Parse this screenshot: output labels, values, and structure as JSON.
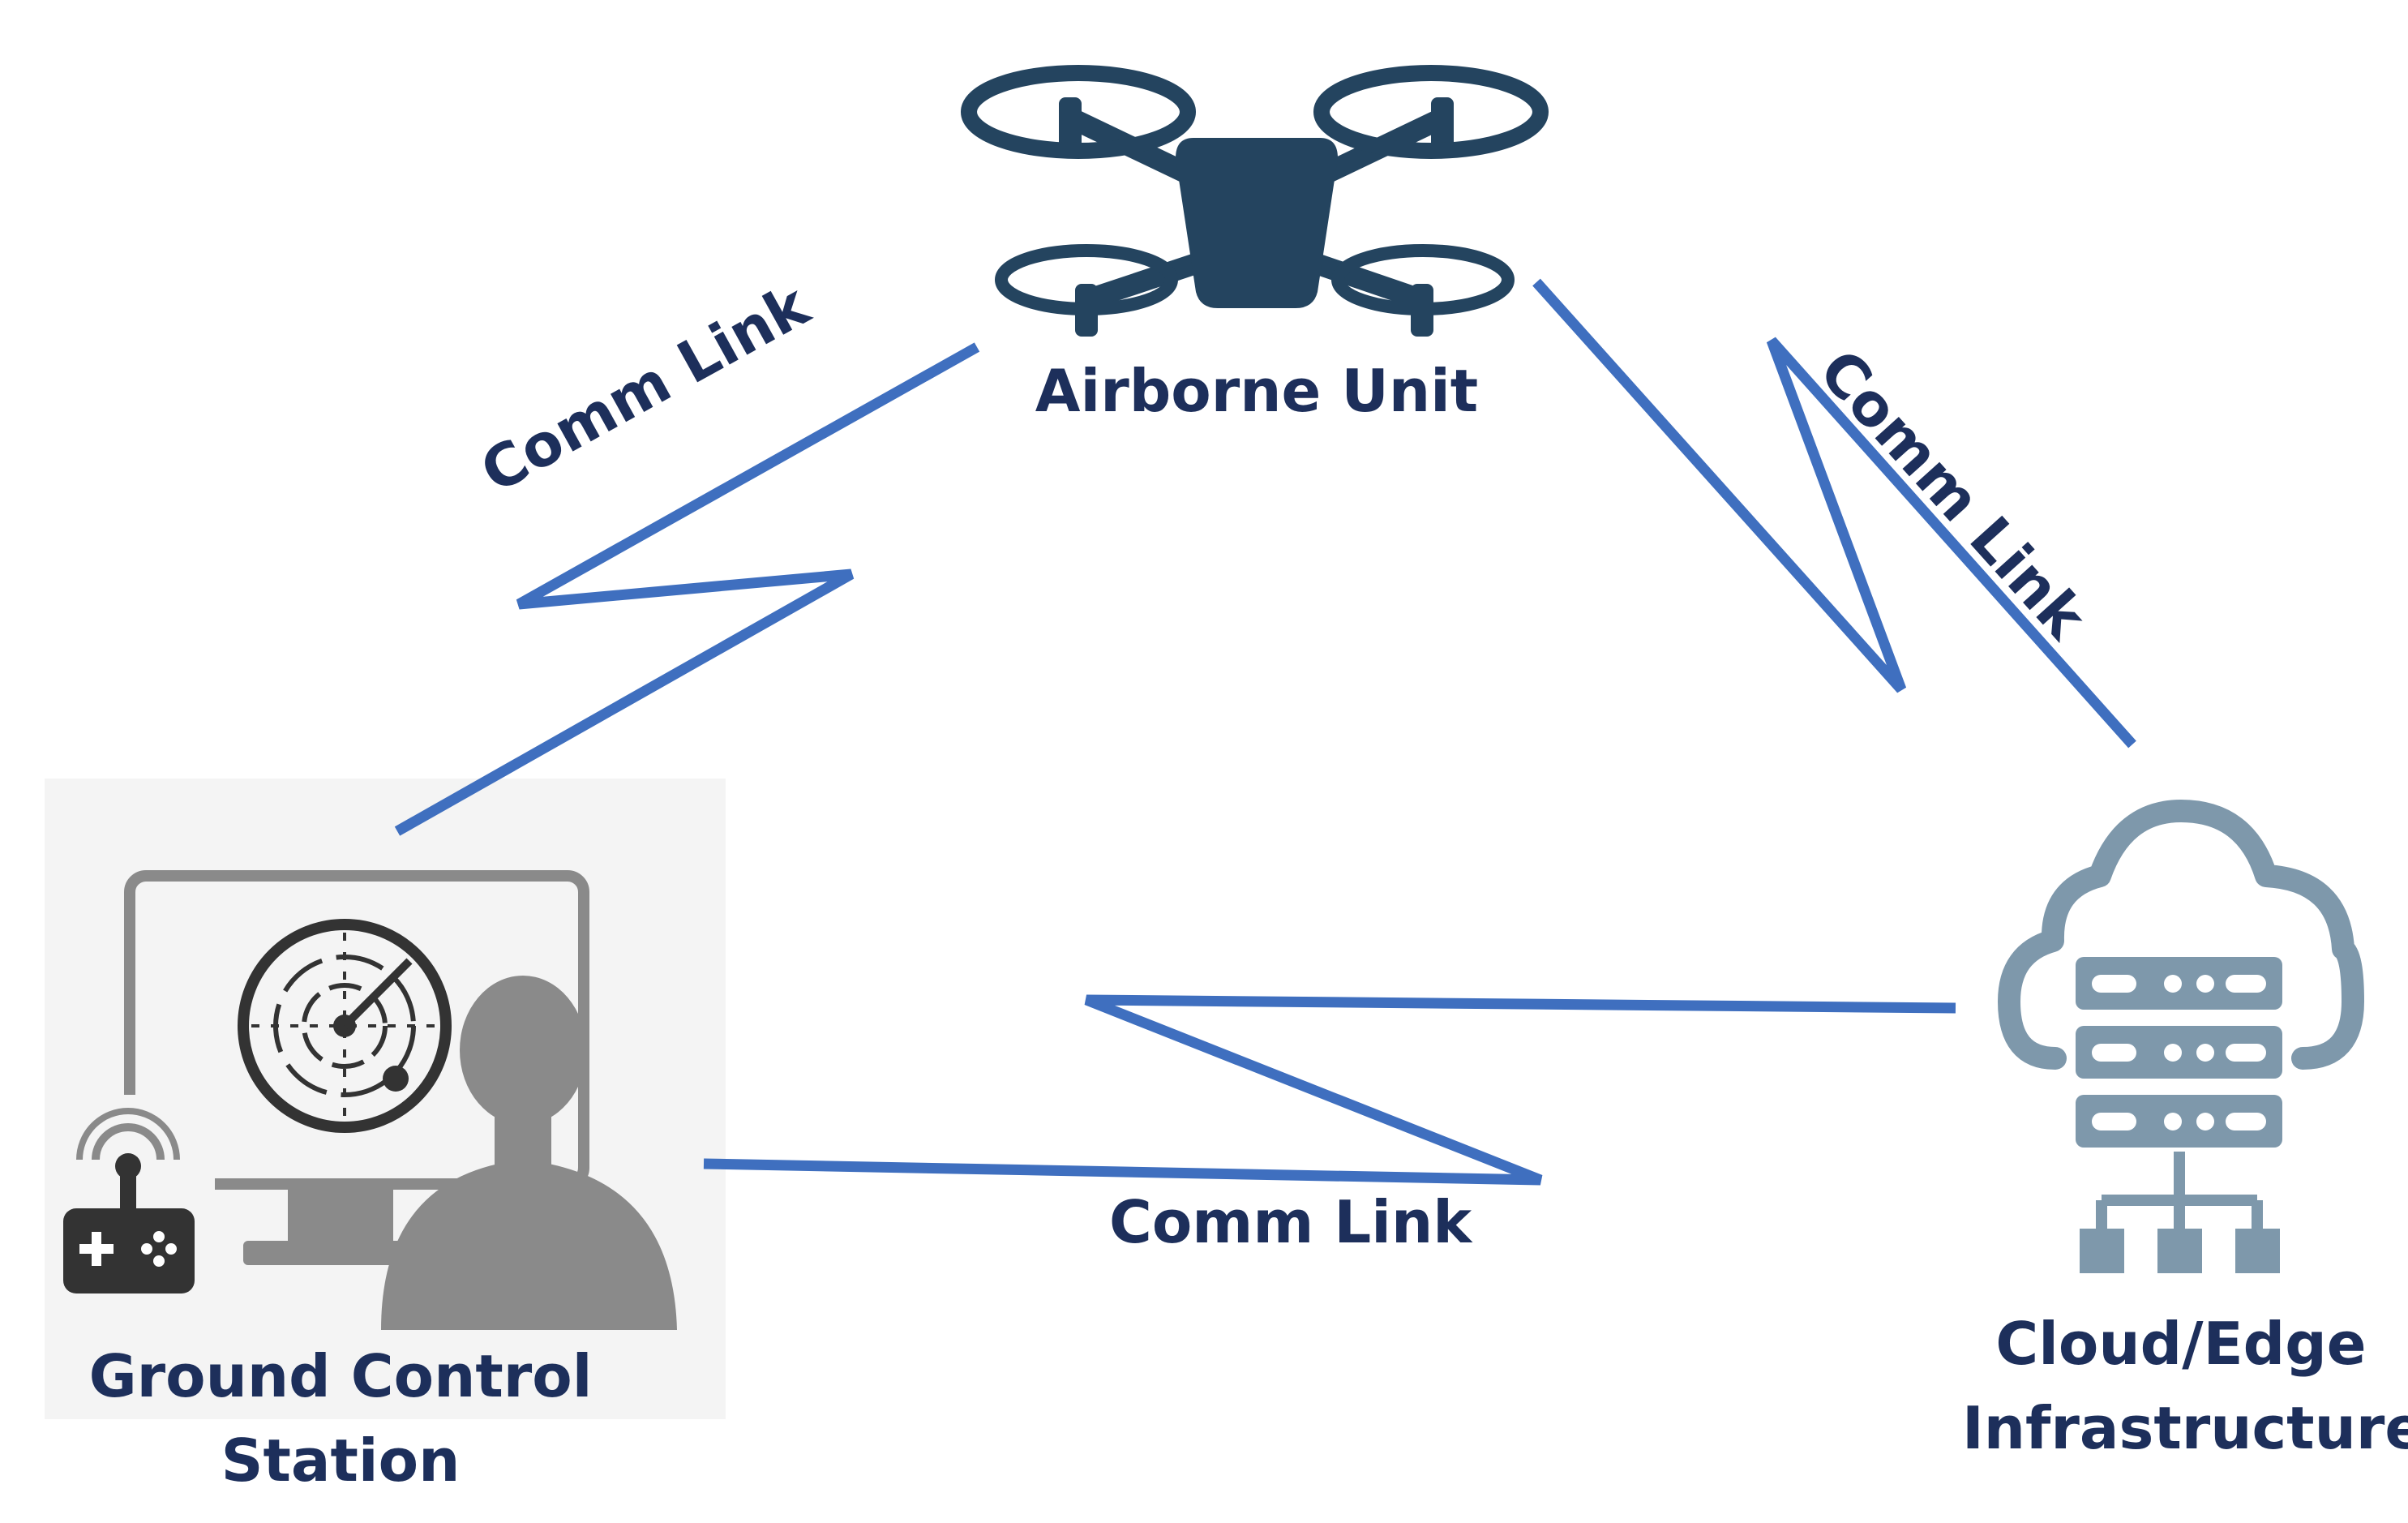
{
  "nodes": {
    "airborne": {
      "label": "Airborne Unit"
    },
    "ground": {
      "label_line1": "Ground Control",
      "label_line2": "Station"
    },
    "cloud": {
      "label_line1": "Cloud/Edge",
      "label_line2": "Infrastructure"
    }
  },
  "links": {
    "ground_airborne": {
      "label": "Comm Link"
    },
    "airborne_cloud": {
      "label": "Comm Link"
    },
    "ground_cloud": {
      "label": "Comm Link"
    }
  },
  "colors": {
    "link_line": "#3f6fbf",
    "label_text": "#1d2f5b",
    "drone": "#24445f",
    "gcs_gray": "#8a8a8a",
    "cloud_icon": "#7e98ab"
  }
}
